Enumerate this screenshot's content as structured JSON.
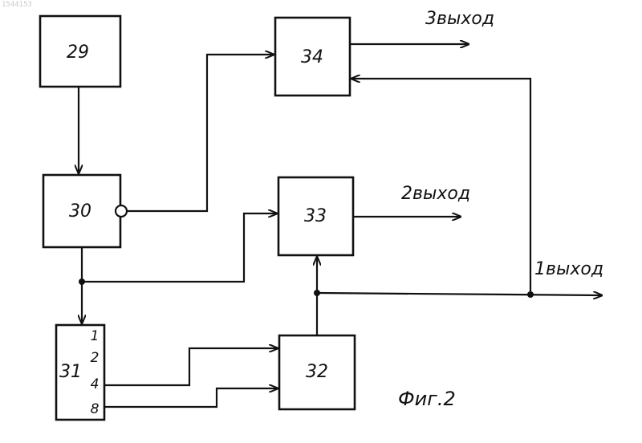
{
  "header_stamp": "1544153",
  "blocks": {
    "b29": "29",
    "b30": "30",
    "b31": "31",
    "b32": "32",
    "b33": "33",
    "b34": "34"
  },
  "counter_ports": [
    "1",
    "2",
    "4",
    "8"
  ],
  "outputs": {
    "out1": "1выход",
    "out2": "2выход",
    "out3": "3выход"
  },
  "figure_caption": "Фиг.2"
}
